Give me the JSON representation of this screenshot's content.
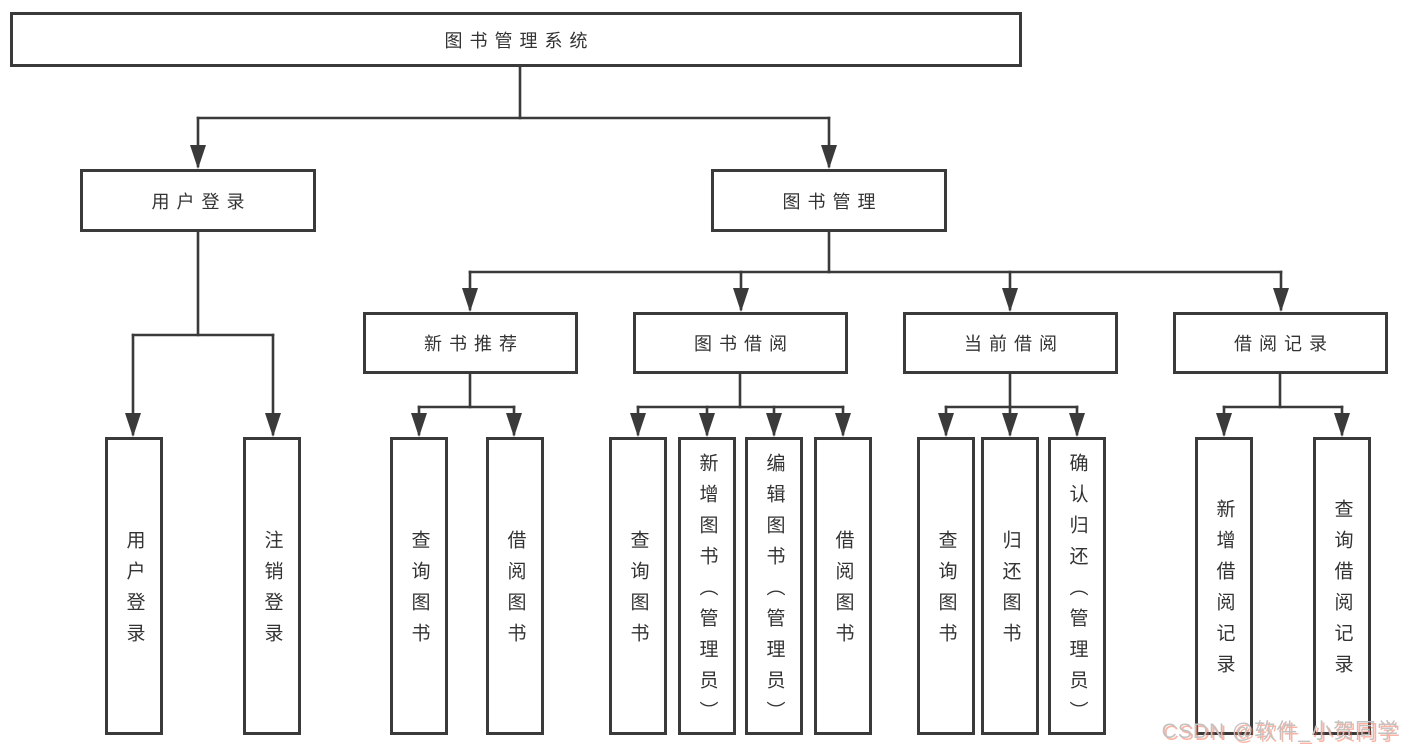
{
  "tree": {
    "root": {
      "label": "图书管理系统"
    },
    "user_login": {
      "label": "用户登录",
      "children": [
        "用户登录",
        "注销登录"
      ]
    },
    "book_mgmt": {
      "label": "图书管理"
    },
    "modules": [
      {
        "label": "新书推荐",
        "children": [
          "查询图书",
          "借阅图书"
        ]
      },
      {
        "label": "图书借阅",
        "children": [
          "查询图书",
          "新增图书（管理员）",
          "编辑图书（管理员）",
          "借阅图书"
        ]
      },
      {
        "label": "当前借阅",
        "children": [
          "查询图书",
          "归还图书",
          "确认归还（管理员）"
        ]
      },
      {
        "label": "借阅记录",
        "children": [
          "新增借阅记录",
          "查询借阅记录"
        ]
      }
    ]
  },
  "watermark": {
    "text": "CSDN @软件_小贺同学"
  },
  "colors": {
    "line": "#3a3a3a",
    "text": "#333333",
    "box_background": "#ffffff",
    "watermark_gray": "#c2c2c2",
    "watermark_red": "#fc5531"
  }
}
